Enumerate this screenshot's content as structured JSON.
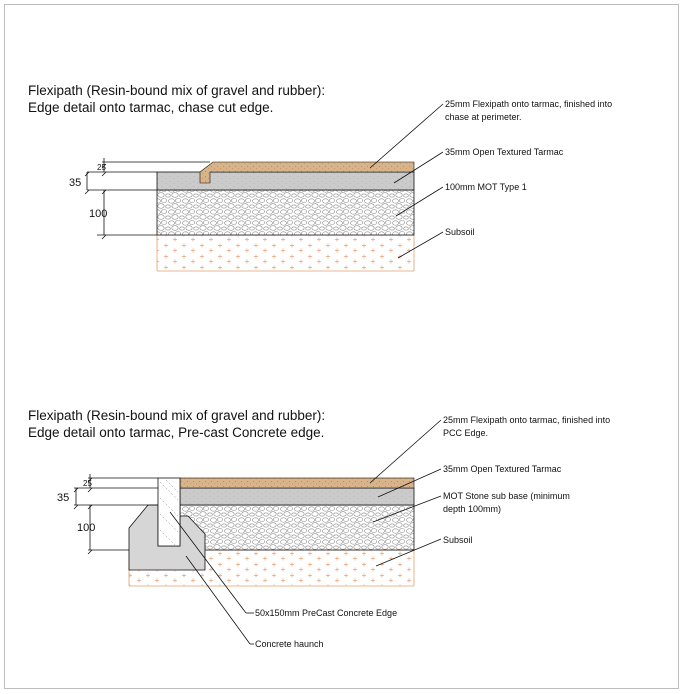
{
  "detail_top": {
    "title_line1": "Flexipath (Resin-bound mix of gravel and rubber):",
    "title_line2": "Edge detail onto tarmac, chase cut edge.",
    "labels": {
      "flexipath_line1": "25mm Flexipath onto tarmac, finished into",
      "flexipath_line2": "chase at perimeter.",
      "tarmac": "35mm Open Textured Tarmac",
      "mot": "100mm MOT Type 1",
      "subsoil": "Subsoil"
    },
    "dims": {
      "d25": "25",
      "d35": "35",
      "d100": "100"
    }
  },
  "detail_bottom": {
    "title_line1": "Flexipath (Resin-bound mix of gravel and rubber):",
    "title_line2": "Edge detail onto tarmac, Pre-cast Concrete edge.",
    "labels": {
      "flexipath_line1": "25mm Flexipath onto tarmac, finished into",
      "flexipath_line2": "PCC Edge.",
      "tarmac": "35mm Open Textured Tarmac",
      "mot_line1": "MOT Stone sub base (minimum",
      "mot_line2": "depth 100mm)",
      "subsoil": "Subsoil",
      "edge": "50x150mm PreCast Concrete Edge",
      "haunch": "Concrete haunch"
    },
    "dims": {
      "d25": "25",
      "d35": "35",
      "d100": "100"
    }
  },
  "colors": {
    "flexipath": "#d9b48a",
    "tarmac": "#c8c8c8",
    "subsoil_line": "#e0a070",
    "subsoil_cross": "#e7a57a",
    "concrete": "#d6d6d6",
    "border": "#bdbdbd"
  }
}
